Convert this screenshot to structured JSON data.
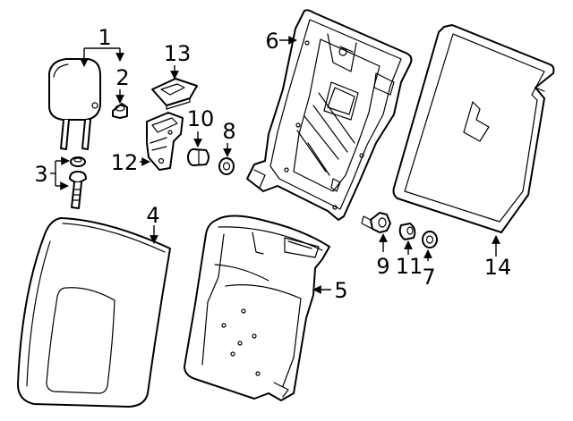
{
  "colors": {
    "line": "#000000",
    "background": "#ffffff"
  },
  "callouts": {
    "c1": "1",
    "c2": "2",
    "c3": "3",
    "c4": "4",
    "c5": "5",
    "c6": "6",
    "c7": "7",
    "c8": "8",
    "c9": "9",
    "c10": "10",
    "c11": "11",
    "c12": "12",
    "c13": "13",
    "c14": "14"
  }
}
